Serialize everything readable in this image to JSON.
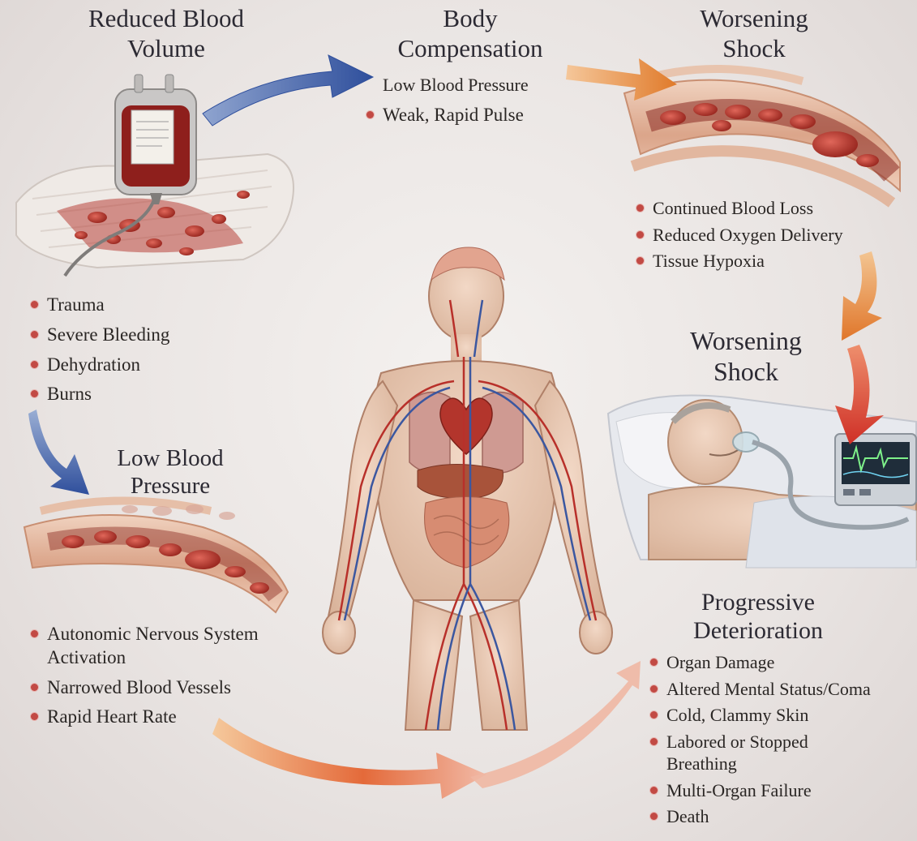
{
  "sections": {
    "reduced_blood_volume": {
      "title": [
        "Reduced Blood",
        "Volume"
      ],
      "items": [
        "Trauma",
        "Severe Bleeding",
        "Dehydration",
        "Burns"
      ]
    },
    "body_compensation": {
      "title": [
        "Body",
        "Compensation"
      ],
      "first_line": "Low Blood Pressure",
      "items": [
        "Weak, Rapid Pulse"
      ]
    },
    "worsening_shock_1": {
      "title": [
        "Worsening",
        "Shock"
      ],
      "items": [
        "Continued Blood Loss",
        "Reduced Oxygen Delivery",
        "Tissue Hypoxia"
      ]
    },
    "worsening_shock_2": {
      "title": [
        "Worsening",
        "Shock"
      ]
    },
    "low_blood_pressure": {
      "title": [
        "Low Blood",
        "Pressure"
      ],
      "items": [
        "Autonomic Nervous System Activation",
        "Narrowed Blood Vessels",
        "Rapid Heart Rate"
      ]
    },
    "progressive_deterioration": {
      "title": [
        "Progressive",
        "Deterioration"
      ],
      "items": [
        "Organ Damage",
        "Altered Mental Status/Coma",
        "Cold, Clammy Skin",
        "Labored or Stopped Breathing",
        "Multi-Organ Failure",
        "Death"
      ]
    }
  },
  "colors": {
    "arrow_blue": "#3f5fa8",
    "arrow_orange": "#e58a3a",
    "arrow_red": "#d23c2e",
    "bullet": "#c24a44",
    "blood": "#a8322c"
  }
}
